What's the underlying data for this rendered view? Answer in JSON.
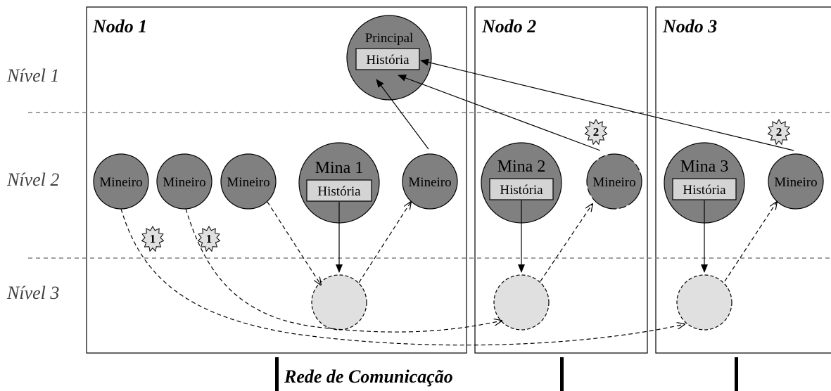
{
  "levels": {
    "level1": "Nível 1",
    "level2": "Nível 2",
    "level3": "Nível 3"
  },
  "nodes": {
    "node1": "Nodo 1",
    "node2": "Nodo 2",
    "node3": "Nodo 3"
  },
  "principal": {
    "label": "Principal",
    "box": "História"
  },
  "mines": [
    {
      "label": "Mina 1",
      "box": "História"
    },
    {
      "label": "Mina 2",
      "box": "História"
    },
    {
      "label": "Mina 3",
      "box": "História"
    }
  ],
  "miners": [
    {
      "label": "Mineiro"
    },
    {
      "label": "Mineiro"
    },
    {
      "label": "Mineiro"
    },
    {
      "label": "Mineiro"
    },
    {
      "label": "Mineiro"
    },
    {
      "label": "Mineiro"
    }
  ],
  "badges": [
    "1",
    "1",
    "2",
    "2"
  ],
  "network": {
    "label": "Rede de Comunicação"
  },
  "colors": {
    "node_fill": "#808080",
    "cell_fill": "#e0e0e0",
    "box_fill": "#d4d4d4",
    "separator": "#808080"
  }
}
